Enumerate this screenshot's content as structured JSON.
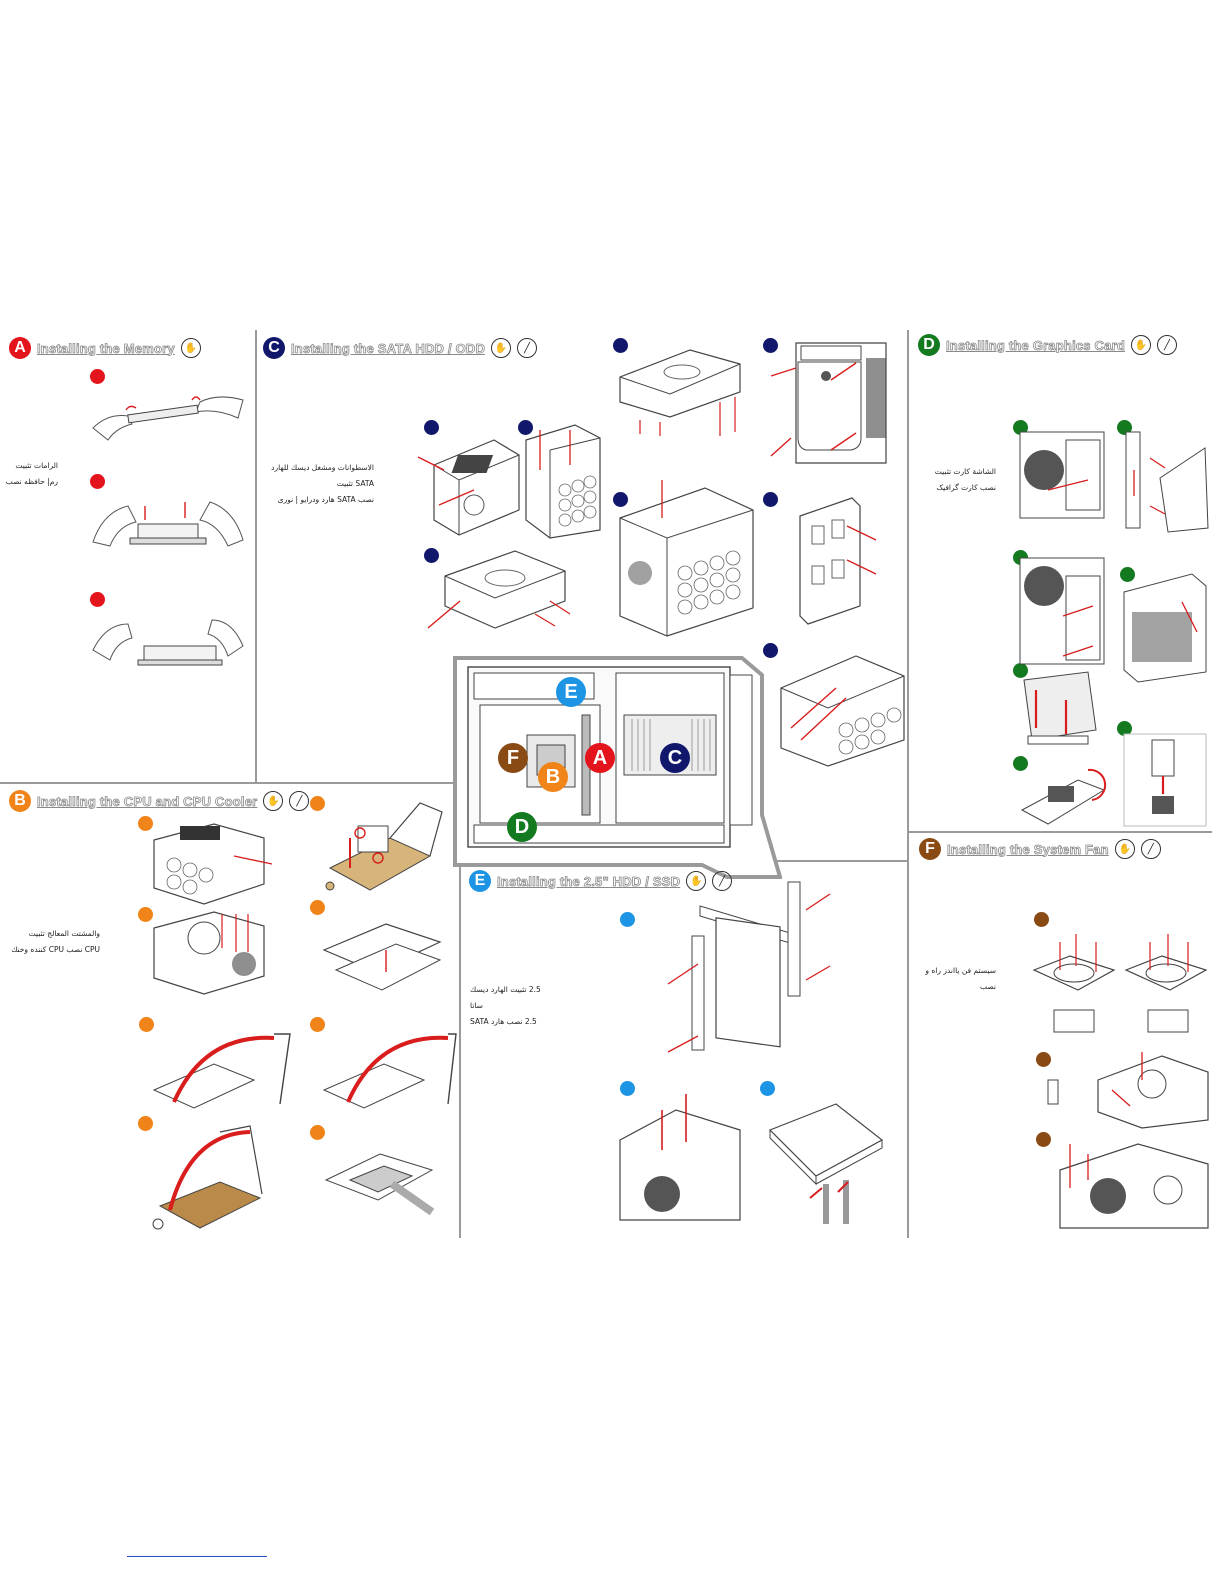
{
  "colors": {
    "A": "#e3141b",
    "B": "#f08418",
    "C": "#11186b",
    "D": "#147a1f",
    "E": "#1d94e4",
    "F": "#8a4a14",
    "rule": "#9a9a9a",
    "arrow": "#d91c1c"
  },
  "icons": {
    "hand": "hand-tool-icon",
    "screwdriver": "screwdriver-icon"
  },
  "sections": {
    "A": {
      "letter": "A",
      "title": "Installing the Memory",
      "arabic": [
        "الرامات تثبيت",
        "رم| حافظه نصب"
      ]
    },
    "B": {
      "letter": "B",
      "title": "Installing the CPU and CPU Cooler",
      "arabic": [
        "والمشتت المعالج تثبيت",
        "CPU نصب CPU كننده وخنك"
      ]
    },
    "C": {
      "letter": "C",
      "title": "Installing the SATA HDD / ODD",
      "arabic": [
        "الاسطوانات ومشغل ديسك للهارد SATA تثبيت",
        "نصب SATA هارد ودرایو | نوری"
      ]
    },
    "D": {
      "letter": "D",
      "title": "Installing the Graphics Card",
      "arabic": [
        "الشاشة كارت تثبيت",
        "نصب كارت گرافیک"
      ]
    },
    "E": {
      "letter": "E",
      "title": "Installing the 2.5\" HDD / SSD",
      "arabic": [
        "2.5 تثبيت الهارد ديسك ساتا",
        "2.5 نصب هارد SATA"
      ]
    },
    "F": {
      "letter": "F",
      "title": "Installing the System Fan",
      "arabic": [
        "سیستم فن یااندز راه و نصب"
      ]
    }
  },
  "overview": {
    "labels": [
      "E",
      "F",
      "B",
      "A",
      "C",
      "D"
    ]
  }
}
